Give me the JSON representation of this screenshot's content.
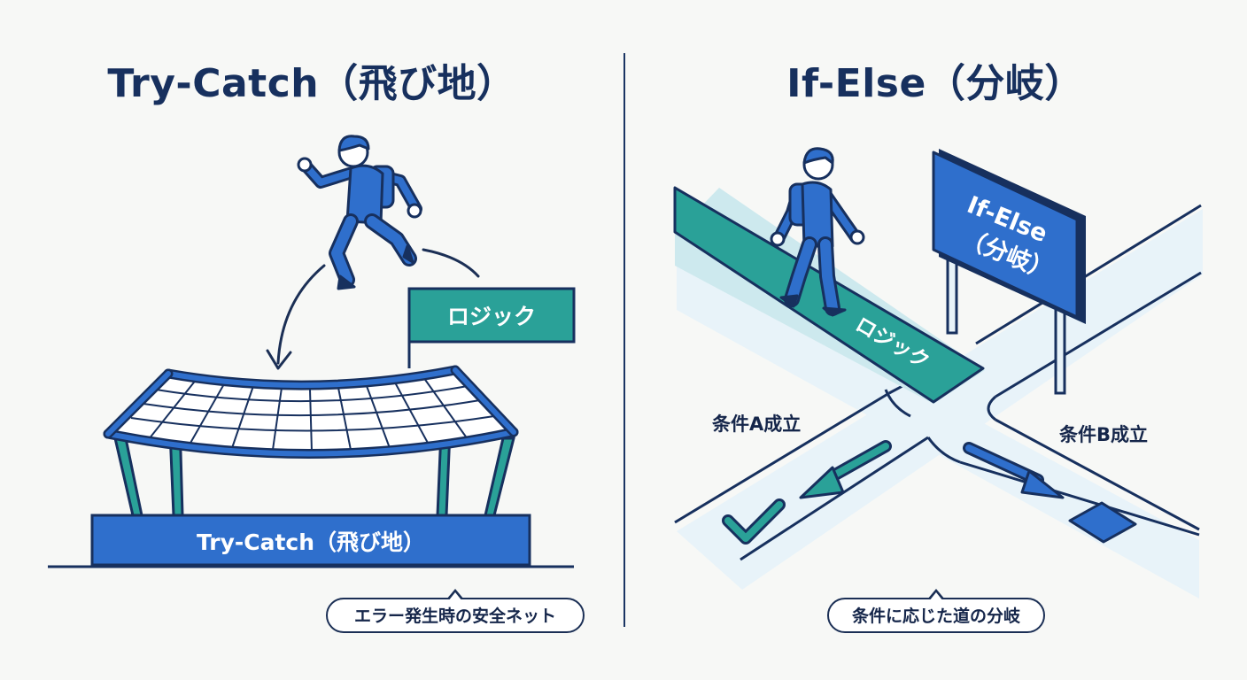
{
  "left_panel": {
    "title": "Try-Catch（飛び地）",
    "flag_label": "ロジック",
    "platform_label": "Try-Catch（飛び地）",
    "callout": "エラー発生時の安全ネット"
  },
  "right_panel": {
    "title": "If-Else（分岐）",
    "sign_line1": "If-Else",
    "sign_line2": "（分岐）",
    "path_label": "ロジック",
    "condition_a": "条件A成立",
    "condition_b": "条件B成立",
    "callout": "条件に応じた道の分岐"
  },
  "colors": {
    "navy": "#17305e",
    "blue": "#2f6fcc",
    "teal": "#2aa198",
    "light_path": "#e6f2f8"
  }
}
